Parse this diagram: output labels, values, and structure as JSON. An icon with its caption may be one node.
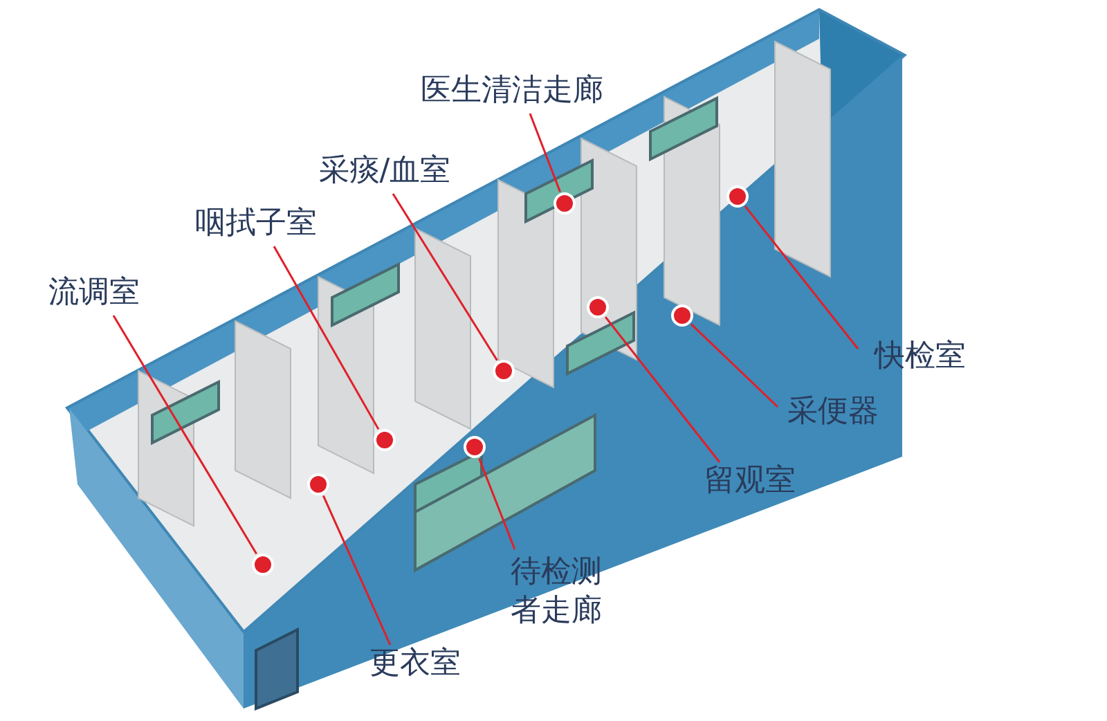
{
  "diagram": {
    "nodes": [
      {
        "text": [
          "医生清洁走廊"
        ]
      },
      {
        "text": [
          "采痰/血室"
        ]
      },
      {
        "text": [
          "咽拭子室"
        ]
      },
      {
        "text": [
          "流调室"
        ]
      },
      {
        "text": [
          "快检室"
        ]
      },
      {
        "text": [
          "采便器"
        ]
      },
      {
        "text": [
          "留观室"
        ]
      },
      {
        "text": [
          "待检测者走廊"
        ]
      },
      {
        "text": [
          "更衣室"
        ]
      },
      {
        "text": [],
        "shape": "circle"
      },
      {
        "text": [],
        "shape": "circle"
      },
      {
        "text": [],
        "shape": "circle"
      },
      {
        "text": [],
        "shape": "circle"
      },
      {
        "text": [],
        "shape": "circle"
      },
      {
        "text": [],
        "shape": "circle"
      },
      {
        "text": [],
        "shape": "circle"
      },
      {
        "text": [],
        "shape": "circle"
      },
      {
        "text": [],
        "shape": "circle"
      }
    ],
    "edges": [
      {
        "from": 0,
        "to": 9,
        "arrow": "none"
      },
      {
        "from": 1,
        "to": 10,
        "arrow": "none"
      },
      {
        "from": 2,
        "to": 11,
        "arrow": "none"
      },
      {
        "from": 3,
        "to": 12,
        "arrow": "none"
      },
      {
        "from": 4,
        "to": 13,
        "arrow": "none"
      },
      {
        "from": 5,
        "to": 14,
        "arrow": "none"
      },
      {
        "from": 6,
        "to": 15,
        "arrow": "none"
      },
      {
        "from": 7,
        "to": 16,
        "arrow": "none"
      },
      {
        "from": 8,
        "to": 17,
        "arrow": "none"
      }
    ]
  }
}
